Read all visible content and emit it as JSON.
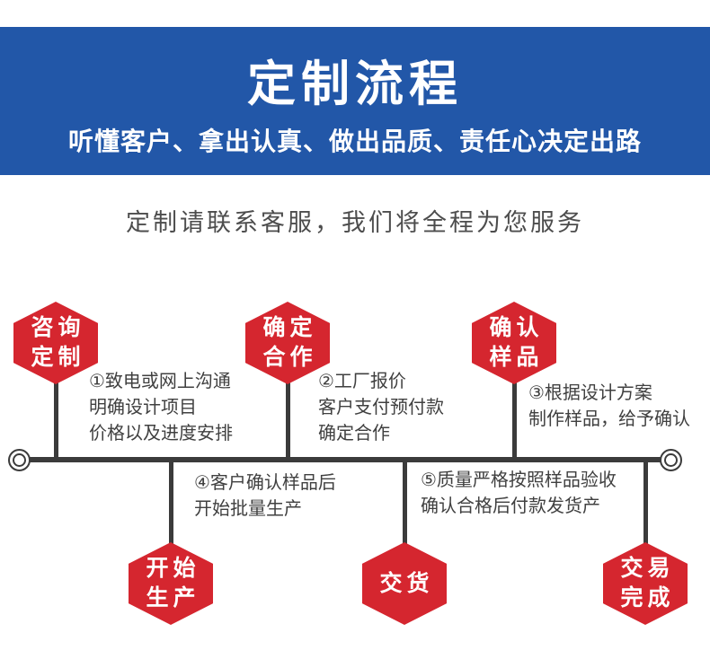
{
  "banner": {
    "title": "定制流程",
    "subtitle": "听懂客户、拿出认真、做出品质、责任心决定出路",
    "bg_color": "#2257a8",
    "text_color": "#ffffff"
  },
  "intro": {
    "text": "定制请联系客服，我们将全程为您服务"
  },
  "colors": {
    "hexagon_red": "#d5262f",
    "timeline_dark": "#3b3b3b",
    "description_text": "#404040"
  },
  "process": {
    "nodes": [
      {
        "id": "consult-customize",
        "lines": [
          "咨询",
          "定制"
        ]
      },
      {
        "id": "confirm-cooperation",
        "lines": [
          "确定",
          "合作"
        ]
      },
      {
        "id": "confirm-sample",
        "lines": [
          "确认",
          "样品"
        ]
      },
      {
        "id": "start-production",
        "lines": [
          "开始",
          "生产"
        ]
      },
      {
        "id": "delivery",
        "lines": [
          "交货"
        ]
      },
      {
        "id": "transaction-complete",
        "lines": [
          "交易",
          "完成"
        ]
      }
    ],
    "descriptions": [
      {
        "lines": [
          "①致电或网上沟通",
          "明确设计项目",
          "价格以及进度安排"
        ]
      },
      {
        "lines": [
          "②工厂报价",
          "客户支付预付款",
          "确定合作"
        ]
      },
      {
        "lines": [
          "③根据设计方案",
          "制作样品，给予确认"
        ]
      },
      {
        "lines": [
          "④客户确认样品后",
          "开始批量生产"
        ]
      },
      {
        "lines": [
          "⑤质量严格按照样品验收",
          "确认合格后付款发货产"
        ]
      }
    ]
  }
}
